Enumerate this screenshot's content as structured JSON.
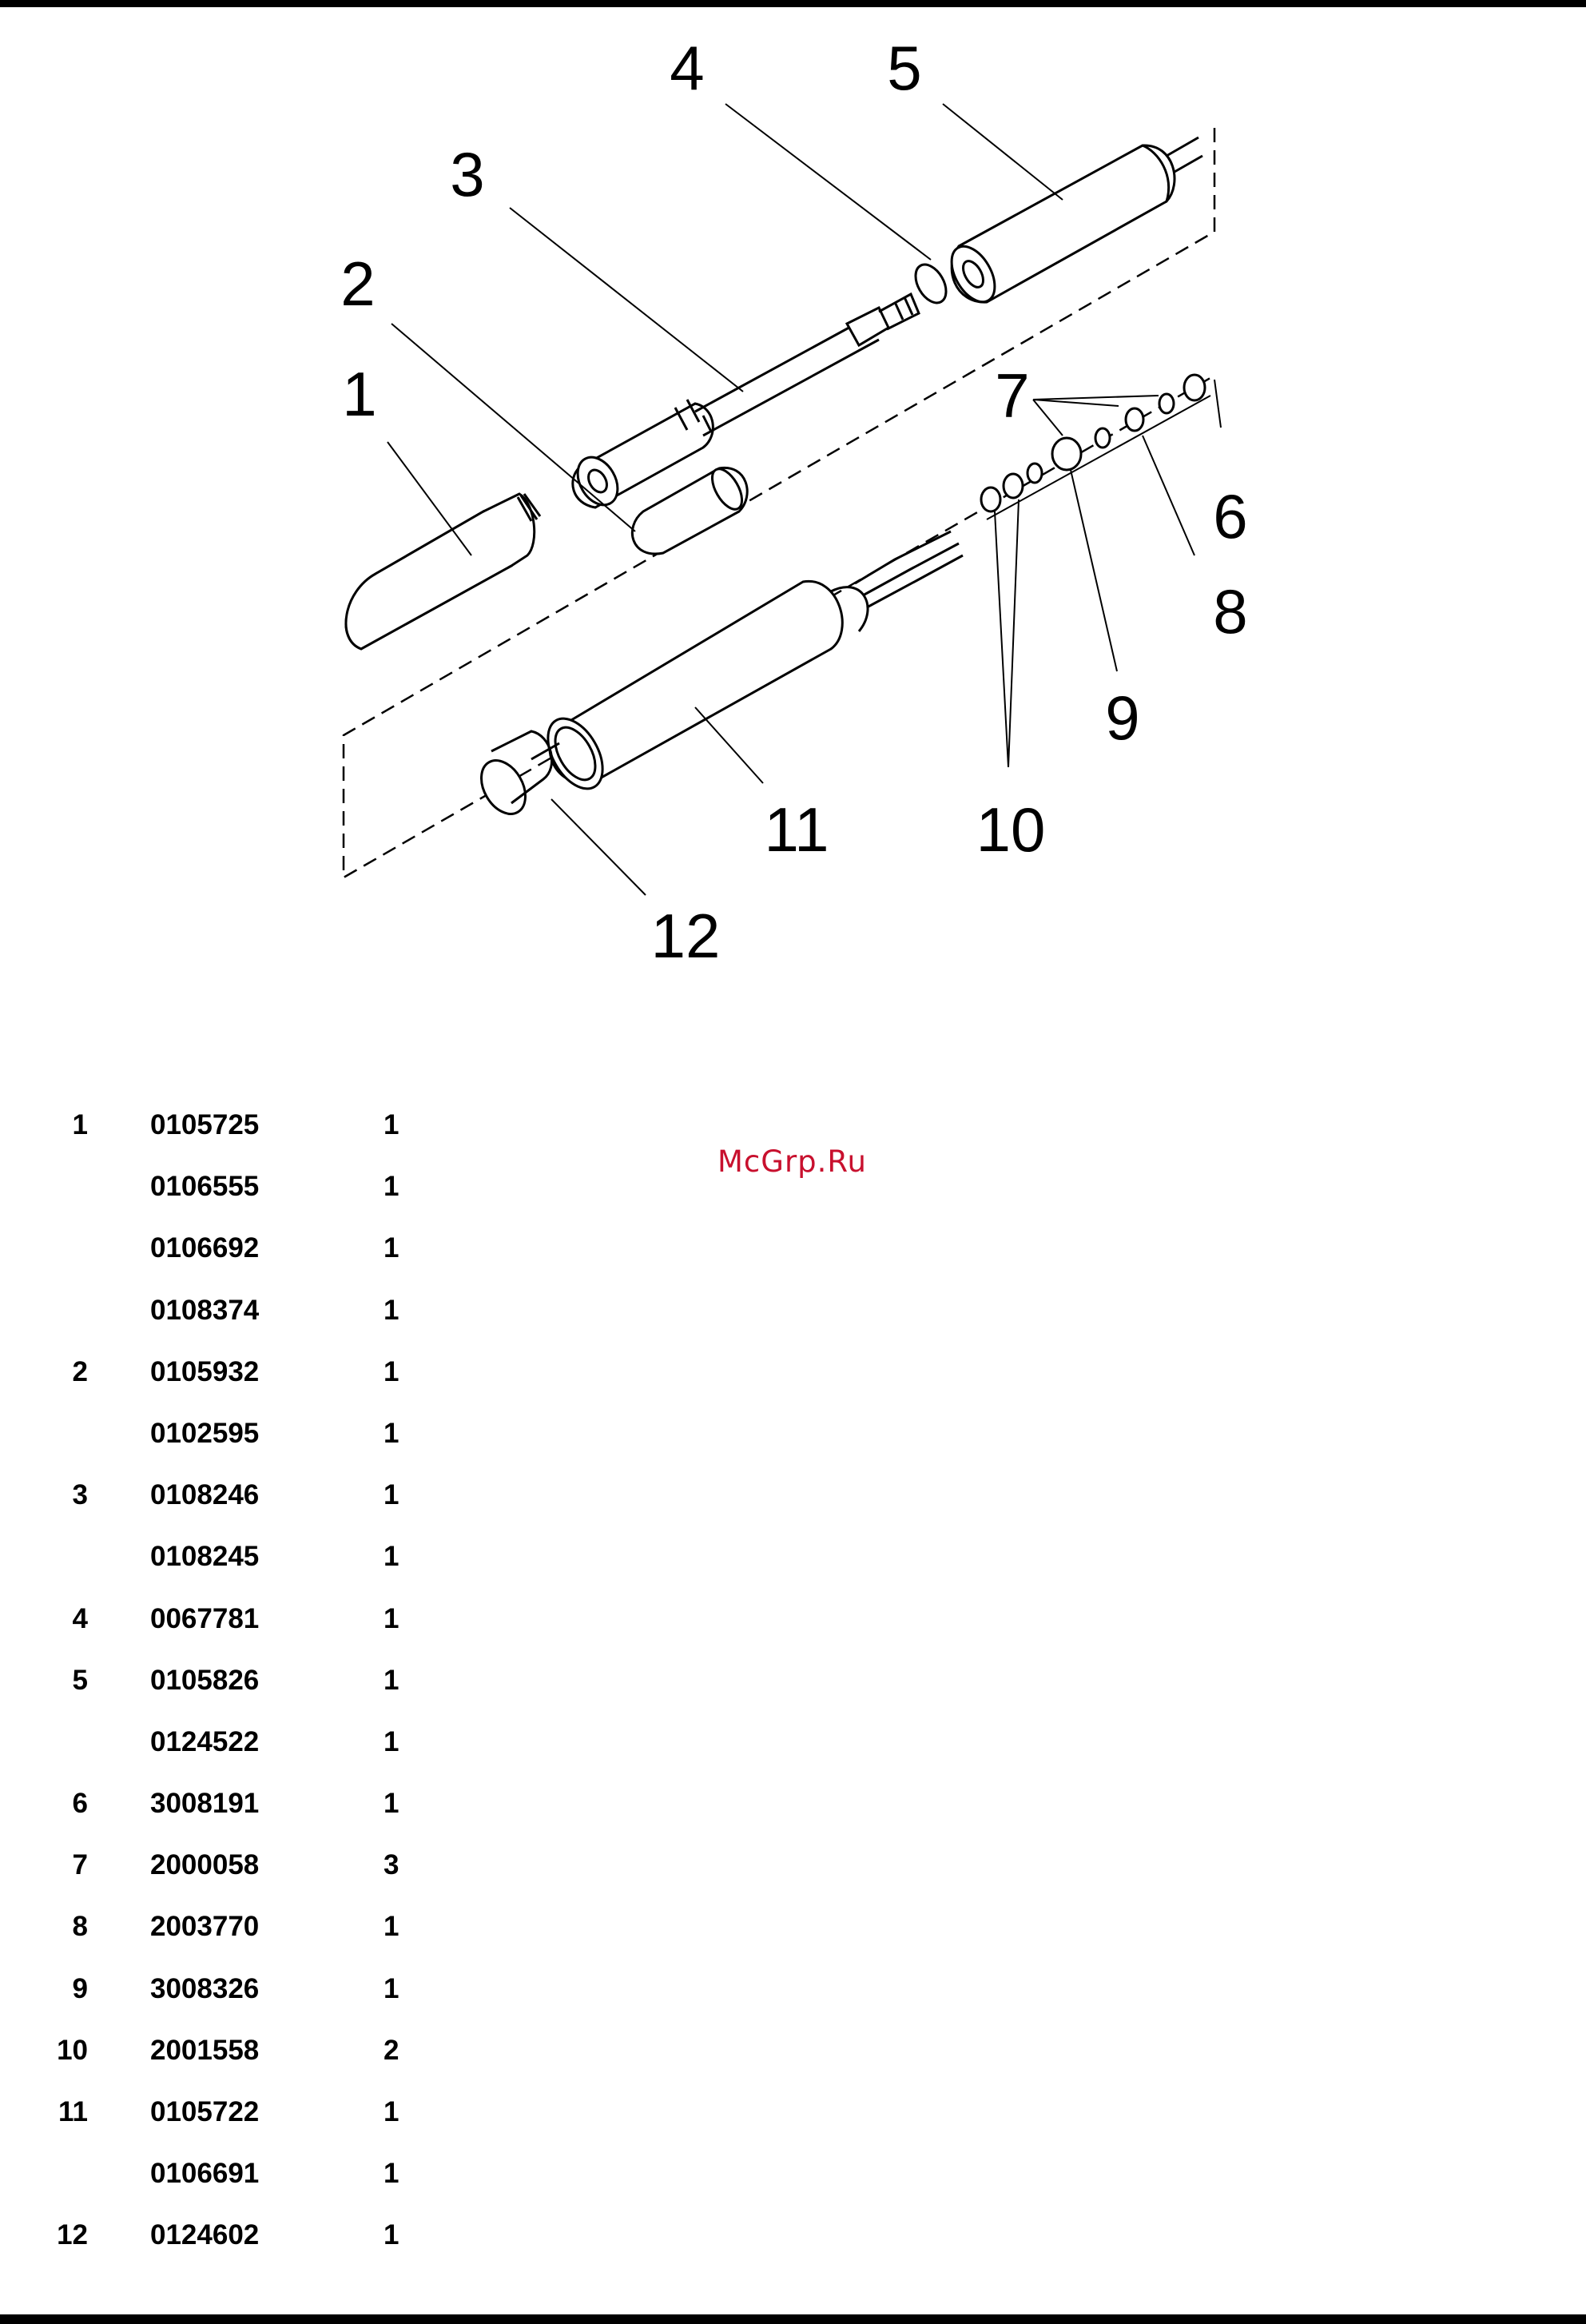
{
  "diagram": {
    "callouts": [
      "1",
      "2",
      "3",
      "4",
      "5",
      "6",
      "7",
      "8",
      "9",
      "10",
      "11",
      "12"
    ]
  },
  "watermark": "McGrp.Ru",
  "watermark_color": "#c8102e",
  "parts": [
    {
      "item": "1",
      "part": "0105725",
      "qty": "1"
    },
    {
      "item": "",
      "part": "0106555",
      "qty": "1"
    },
    {
      "item": "",
      "part": "0106692",
      "qty": "1"
    },
    {
      "item": "",
      "part": "0108374",
      "qty": "1"
    },
    {
      "item": "2",
      "part": "0105932",
      "qty": "1"
    },
    {
      "item": "",
      "part": "0102595",
      "qty": "1"
    },
    {
      "item": "3",
      "part": "0108246",
      "qty": "1"
    },
    {
      "item": "",
      "part": "0108245",
      "qty": "1"
    },
    {
      "item": "4",
      "part": "0067781",
      "qty": "1"
    },
    {
      "item": "5",
      "part": "0105826",
      "qty": "1"
    },
    {
      "item": "",
      "part": "0124522",
      "qty": "1"
    },
    {
      "item": "6",
      "part": "3008191",
      "qty": "1"
    },
    {
      "item": "7",
      "part": "2000058",
      "qty": "3"
    },
    {
      "item": "8",
      "part": "2003770",
      "qty": "1"
    },
    {
      "item": "9",
      "part": "3008326",
      "qty": "1"
    },
    {
      "item": "10",
      "part": "2001558",
      "qty": "2"
    },
    {
      "item": "11",
      "part": "0105722",
      "qty": "1"
    },
    {
      "item": "",
      "part": "0106691",
      "qty": "1"
    },
    {
      "item": "12",
      "part": "0124602",
      "qty": "1"
    }
  ]
}
